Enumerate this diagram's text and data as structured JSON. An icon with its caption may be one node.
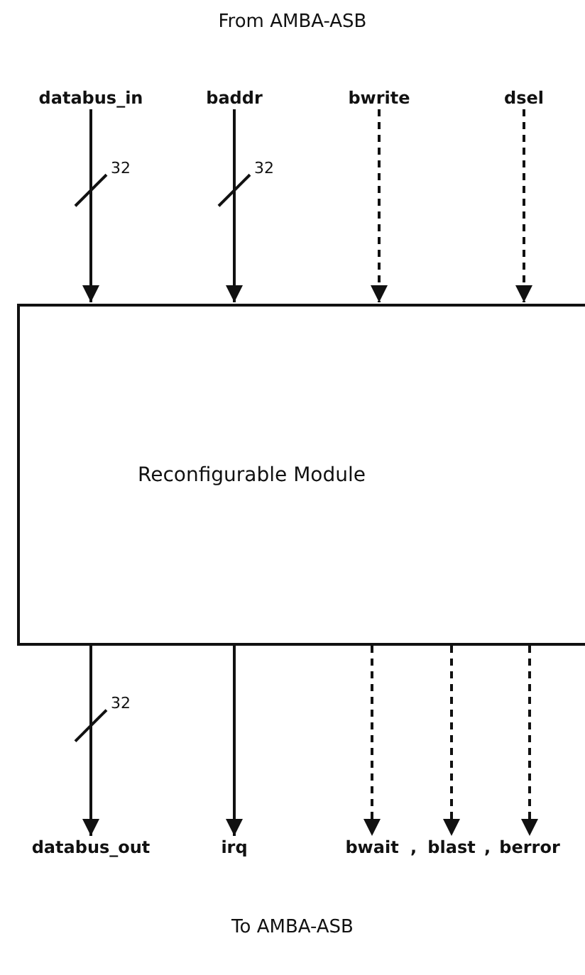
{
  "diagram": {
    "title": "From AMBA-ASB",
    "caption": "To AMBA-ASB",
    "nodes": [
      {
        "text": [
          "Reconfigurable Module"
        ]
      },
      {
        "text": [
          "databus_in"
        ]
      },
      {
        "text": [
          "baddr"
        ]
      },
      {
        "text": [
          "bwrite"
        ]
      },
      {
        "text": [
          "dsel"
        ]
      },
      {
        "text": [
          "databus_out"
        ]
      },
      {
        "text": [
          "irq"
        ]
      },
      {
        "text": [
          "bwait"
        ]
      },
      {
        "text": [
          "blast"
        ]
      },
      {
        "text": [
          "berror"
        ]
      }
    ],
    "edges": [
      {
        "from": 1,
        "to": 0,
        "arrow": "to",
        "label": "32"
      },
      {
        "from": 2,
        "to": 0,
        "arrow": "to",
        "label": "32"
      },
      {
        "from": 3,
        "to": 0,
        "arrow": "to",
        "style": "dashed"
      },
      {
        "from": 4,
        "to": 0,
        "arrow": "to",
        "style": "dashed"
      },
      {
        "from": 0,
        "to": 5,
        "arrow": "to",
        "label": "32"
      },
      {
        "from": 0,
        "to": 6,
        "arrow": "to"
      },
      {
        "from": 0,
        "to": 7,
        "arrow": "to",
        "style": "dashed"
      },
      {
        "from": 0,
        "to": 8,
        "arrow": "to",
        "style": "dashed"
      },
      {
        "from": 0,
        "to": 9,
        "arrow": "to",
        "style": "dashed"
      }
    ],
    "labels": [
      ",",
      ","
    ]
  }
}
